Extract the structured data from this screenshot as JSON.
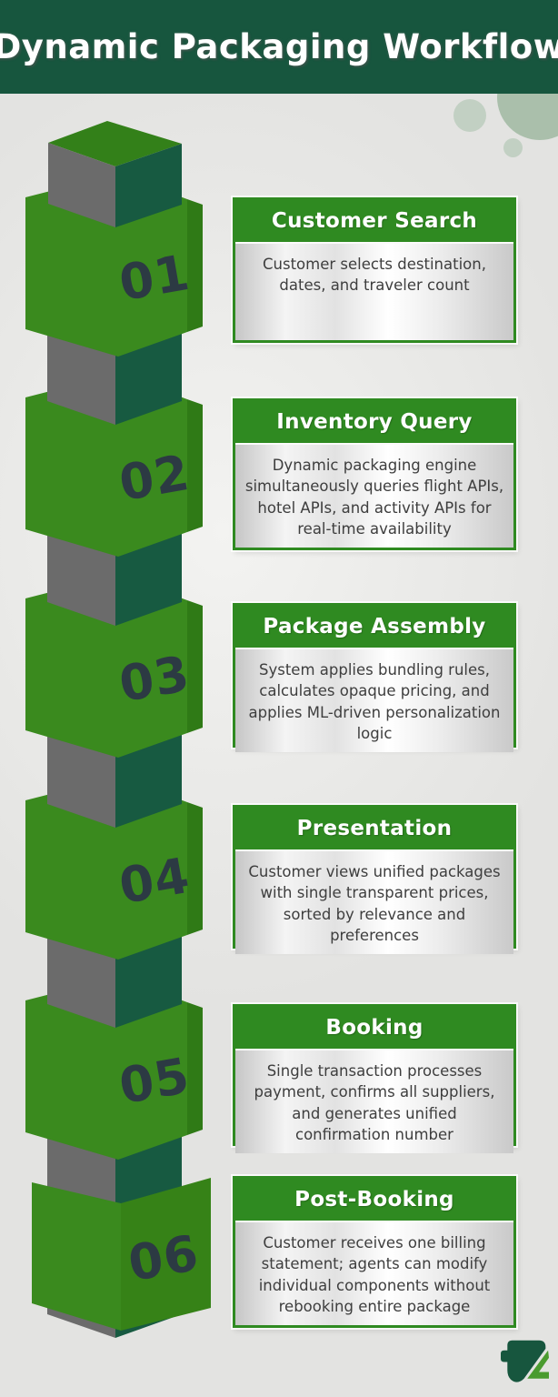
{
  "header": {
    "title": "Dynamic Packaging Workflow"
  },
  "steps": [
    {
      "number": "01",
      "title": "Customer Search",
      "description": "Customer selects destination, dates, and traveler count"
    },
    {
      "number": "02",
      "title": "Inventory Query",
      "description": "Dynamic packaging engine simultaneously queries flight APIs, hotel APIs, and activity APIs for real-time availability"
    },
    {
      "number": "03",
      "title": "Package Assembly",
      "description": "System applies bundling rules, calculates opaque pricing, and applies ML-driven personalization logic"
    },
    {
      "number": "04",
      "title": "Presentation",
      "description": "Customer views unified packages with single transparent prices, sorted by relevance and preferences"
    },
    {
      "number": "05",
      "title": "Booking",
      "description": "Single transaction processes payment, confirms all suppliers, and generates unified confirmation number"
    },
    {
      "number": "06",
      "title": "Post-Booking",
      "description": "Customer receives one billing statement; agents can modify individual components without rebooking entire package"
    }
  ],
  "palette": {
    "header_bg": "#17563e",
    "card_green": "#2f8a21",
    "cube_green": "#3a8a1e",
    "cube_side_green": "#2f7a16",
    "cube_dark_green": "#175a41",
    "cube_gray": "#6b6b6b",
    "number_color": "#2c3a43",
    "body_text": "#3e3e3e",
    "background": "#e9e9e7",
    "circle_sage": "#aabfab"
  },
  "icons": {
    "brand_logo": "fz-monogram"
  }
}
